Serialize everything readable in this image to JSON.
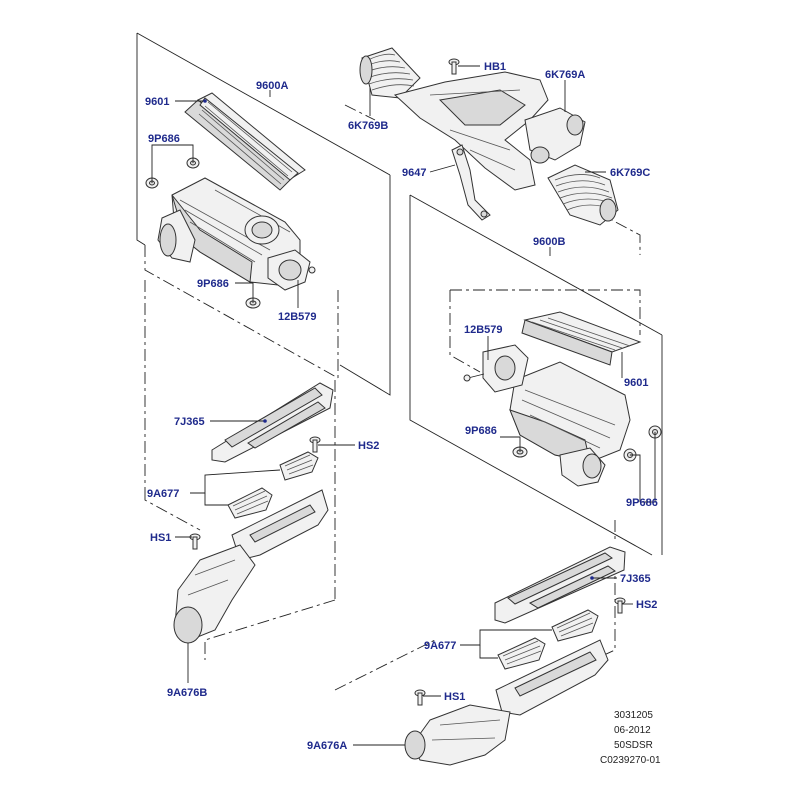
{
  "callouts": [
    {
      "id": "9600A",
      "text": "9600A"
    },
    {
      "id": "9601_a",
      "text": "9601"
    },
    {
      "id": "9P686_a",
      "text": "9P686"
    },
    {
      "id": "9P686_b",
      "text": "9P686"
    },
    {
      "id": "12B579_a",
      "text": "12B579"
    },
    {
      "id": "7J365_a",
      "text": "7J365"
    },
    {
      "id": "HS2_a",
      "text": "HS2"
    },
    {
      "id": "9A677_a",
      "text": "9A677"
    },
    {
      "id": "HS1_a",
      "text": "HS1"
    },
    {
      "id": "9A676B",
      "text": "9A676B"
    },
    {
      "id": "HB1",
      "text": "HB1"
    },
    {
      "id": "6K769A",
      "text": "6K769A"
    },
    {
      "id": "6K769B",
      "text": "6K769B"
    },
    {
      "id": "9647",
      "text": "9647"
    },
    {
      "id": "6K769C",
      "text": "6K769C"
    },
    {
      "id": "9600B",
      "text": "9600B"
    },
    {
      "id": "12B579_b",
      "text": "12B579"
    },
    {
      "id": "9601_b",
      "text": "9601"
    },
    {
      "id": "9P686_c",
      "text": "9P686"
    },
    {
      "id": "9P686_d",
      "text": "9P686"
    },
    {
      "id": "7J365_b",
      "text": "7J365"
    },
    {
      "id": "HS2_b",
      "text": "HS2"
    },
    {
      "id": "9A677_b",
      "text": "9A677"
    },
    {
      "id": "HS1_b",
      "text": "HS1"
    },
    {
      "id": "9A676A",
      "text": "9A676A"
    }
  ],
  "footer": {
    "line1": "3031205",
    "line2": "06-2012",
    "line3": "50SDSR",
    "line4": "C0239270-01"
  }
}
